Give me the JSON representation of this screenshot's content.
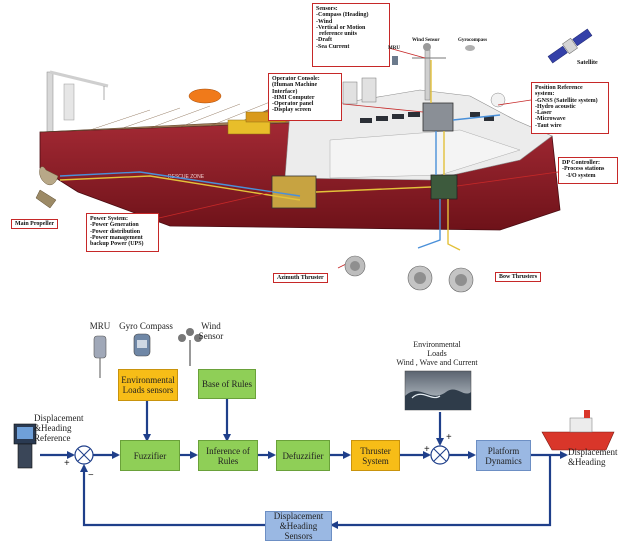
{
  "ship": {
    "sensors_callout": {
      "title": "Sensors:",
      "lines": [
        "-Compass (Heading)",
        "-Wind",
        "-Vertical or Motion",
        "reference units",
        "-Draft",
        "-Sea Current"
      ]
    },
    "operator_callout": {
      "title": "Operator Console:",
      "lines": [
        "(Human Machine",
        "Interface)",
        "-HMI Computer",
        "-Operator panel",
        "-Display screen"
      ]
    },
    "position_callout": {
      "title": "Position Reference",
      "lines": [
        "system:",
        "-GNSS (Satellite system)",
        "-Hydro acoustic",
        "-Laser",
        "-Microwave",
        "-Taut wire"
      ]
    },
    "dp_callout": {
      "title": "DP Controller:",
      "lines": [
        "-Process stations",
        "-I/O system"
      ]
    },
    "power_callout": {
      "title": "Power System:",
      "lines": [
        "-Power Generation",
        "-Power distribution",
        "-Power management",
        "backup Power (UPS)"
      ]
    },
    "main_propeller_label": "Main Propeller",
    "azimuth_label": "Azimuth Thruster",
    "bow_label": "Bow Thrusters",
    "satellite_label": "Satellite",
    "mru_small_label": "MRU",
    "wind_sensor_small_label": "Wind Sensor",
    "gyrocompass_small_label": "Gyrocompass",
    "rescue_zone_text": "RESCUE ZONE"
  },
  "diagram": {
    "mru_label": "MRU",
    "gyro_label": "Gyro Compass",
    "wind_label": "Wind\nSensor",
    "env_sensors": "Environmental\nLoads sensors",
    "base_rules": "Base of Rules",
    "fuzzifier": "Fuzzifier",
    "inference": "Inference of\nRules",
    "defuzzifier": "Defuzzifier",
    "thruster": "Thruster\nSystem",
    "platform": "Platform\nDynamics",
    "feedback": "Displacement &Heading\nSensors",
    "input_label": "Displacement\n&Heading\nReference",
    "output_label": "Displacement\n&Heading",
    "env_loads": "Environmental\nLoads\nWind , Wave and Current",
    "plus1": "+",
    "minus1": "−",
    "plus2": "+",
    "plus3": "+"
  },
  "colors": {
    "hull_red": "#8c1a24",
    "superstructure": "#e9e9e9",
    "green_block": "#8fcf57",
    "yellow_block": "#f7bd17",
    "blue_block": "#9ab8e3",
    "arrow_blue": "#1f3f8a",
    "callout_border": "#c62828"
  }
}
